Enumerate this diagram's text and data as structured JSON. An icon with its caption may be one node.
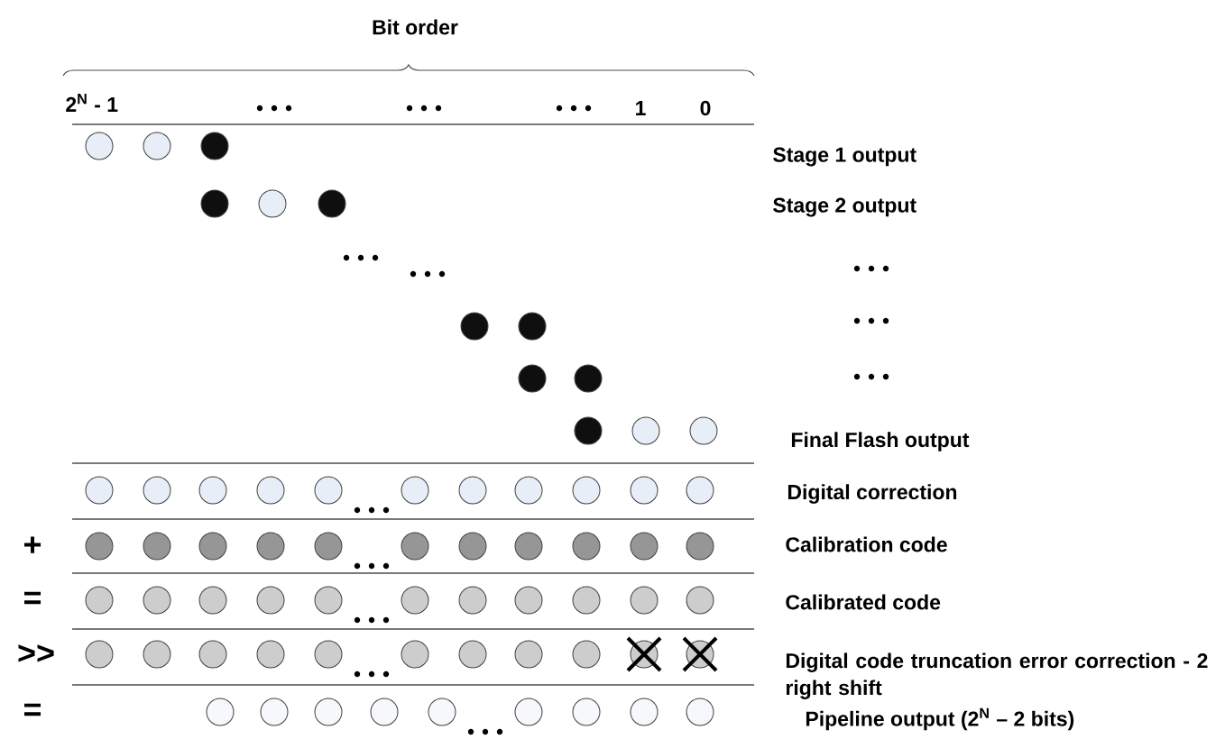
{
  "diagram": {
    "labels": [
      "Bit order",
      "2$^{N}$ - 1",
      "1",
      "0",
      "Stage 1 output",
      "Stage 2 output",
      "Final Flash output",
      "Digital correction",
      "+",
      "Calibration code",
      "=",
      "Calibrated code",
      ">>",
      "Digital code truncation error correction - 2 right shift",
      "=",
      "Pipeline output (2$^{N}$ – 2 bits)"
    ]
  }
}
